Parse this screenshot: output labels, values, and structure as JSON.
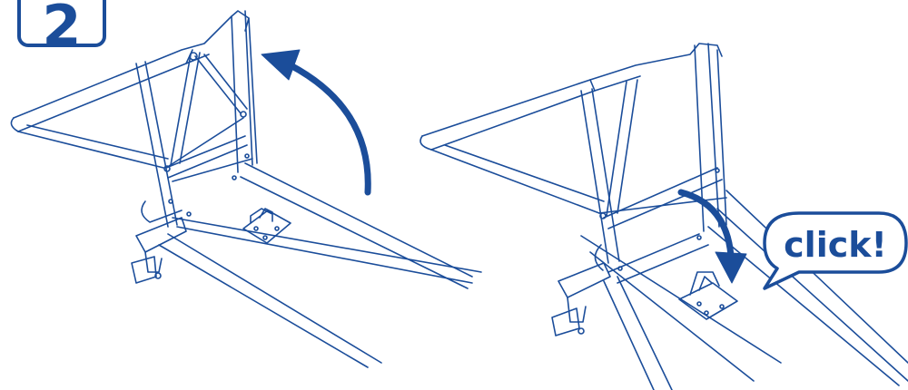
{
  "step": {
    "number": "2"
  },
  "callout": {
    "text": "click!"
  },
  "colors": {
    "line": "#1b4d9a",
    "arrow": "#1b4d9a",
    "background": "#ffffff"
  },
  "panels": [
    {
      "name": "before",
      "arrow": "curved-arrow-up",
      "icon": "rotate-up-arrow-icon"
    },
    {
      "name": "after",
      "arrow": "curved-arrow-down",
      "icon": "rotate-down-arrow-icon"
    }
  ]
}
